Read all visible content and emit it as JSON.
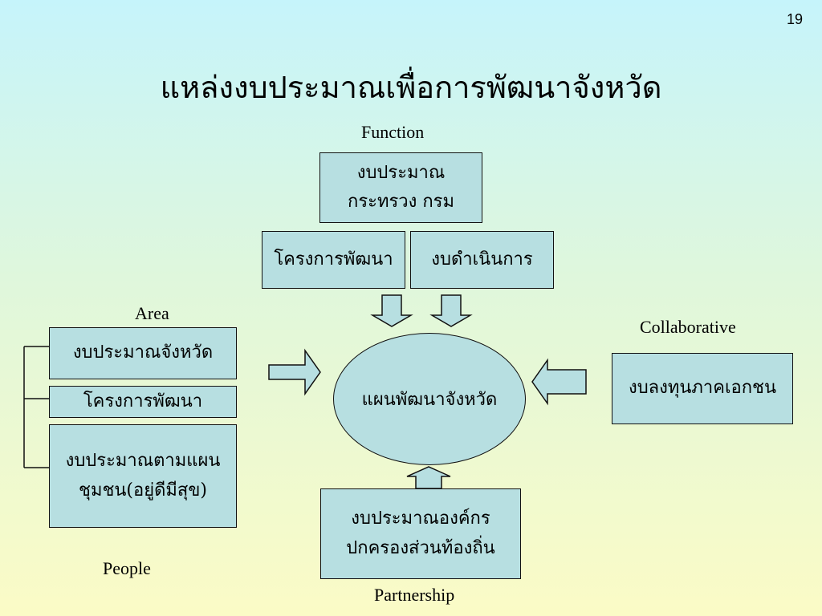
{
  "page_number": "19",
  "title": "แหล่งงบประมาณเพื่อการพัฒนาจังหวัด",
  "labels": {
    "function": "Function",
    "area": "Area",
    "collaborative": "Collaborative",
    "people": "People",
    "partnership": "Partnership"
  },
  "function_box": {
    "line1": "งบประมาณ",
    "line2": "กระทรวง กรม"
  },
  "development_projects": "โครงการพัฒนา",
  "operating_budget": "งบดำเนินการ",
  "center": "แผนพัฒนาจังหวัด",
  "area_items": {
    "provincial_budget": "งบประมาณจังหวัด",
    "development_projects": "โครงการพัฒนา",
    "community_plan_line1": "งบประมาณตามแผน",
    "community_plan_line2": "ชุมชน(อยู่ดีมีสุข)"
  },
  "private_investment": "งบลงทุนภาคเอกชน",
  "local_gov": {
    "line1": "งบประมาณองค์กร",
    "line2": "ปกครองส่วนท้องถิ่น"
  },
  "colors": {
    "box_fill": "#b7dfe1",
    "border": "#111111"
  }
}
